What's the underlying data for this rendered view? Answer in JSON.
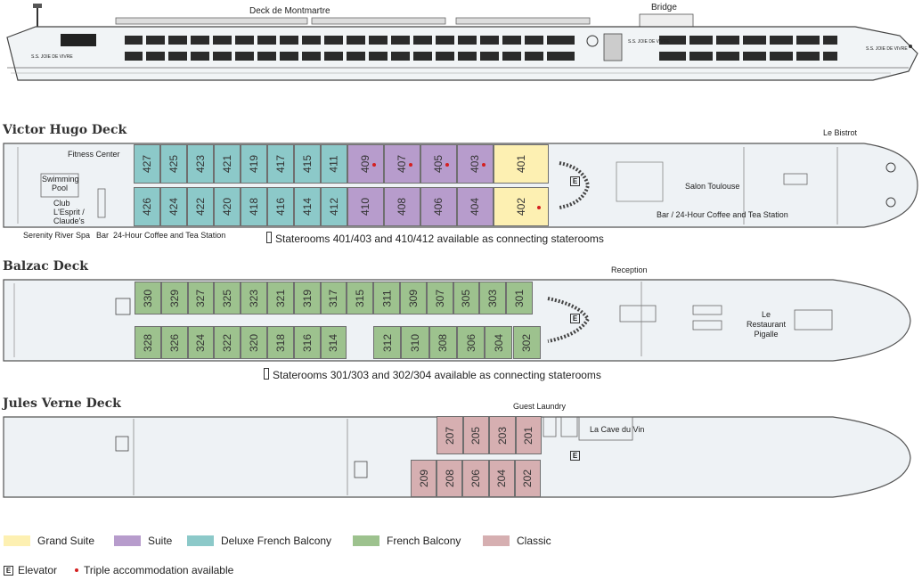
{
  "profile": {
    "labels": [
      "Deck de Montmartre",
      "Bridge"
    ],
    "hull_names": [
      "S.S. JOIE DE VIVRE",
      "S.S. JOIE DE VIVRE",
      "S.S. JOIE DE VIVRE"
    ]
  },
  "decks": {
    "victor_hugo": {
      "title": "Victor Hugo Deck",
      "labels": {
        "fitness": "Fitness Center",
        "pool": "Swimming Pool",
        "club": "Club L'Esprit / Claude's",
        "spa": "Serenity River Spa",
        "bar": "Bar",
        "coffee": "24-Hour Coffee and Tea Station",
        "bistrot": "Le Bistrot",
        "salon": "Salon Toulouse",
        "bar_coffee": "Bar / 24-Hour Coffee and Tea Station"
      },
      "note": "Staterooms 401/403 and 410/412 available as connecting staterooms"
    },
    "balzac": {
      "title": "Balzac Deck",
      "labels": {
        "reception": "Reception",
        "restaurant": "Le Restaurant Pigalle"
      },
      "note": "Staterooms 301/303 and 302/304 available as connecting staterooms"
    },
    "jules_verne": {
      "title": "Jules Verne Deck",
      "labels": {
        "laundry": "Guest Laundry",
        "cave": "La Cave du Vin"
      }
    }
  },
  "cabins": {
    "victor_hugo_top": [
      {
        "no": "427",
        "cat": "deluxe"
      },
      {
        "no": "425",
        "cat": "deluxe"
      },
      {
        "no": "423",
        "cat": "deluxe"
      },
      {
        "no": "421",
        "cat": "deluxe"
      },
      {
        "no": "419",
        "cat": "deluxe"
      },
      {
        "no": "417",
        "cat": "deluxe"
      },
      {
        "no": "415",
        "cat": "deluxe"
      },
      {
        "no": "411",
        "cat": "deluxe"
      },
      {
        "no": "409",
        "cat": "suite",
        "triple": true
      },
      {
        "no": "407",
        "cat": "suite",
        "triple": true
      },
      {
        "no": "405",
        "cat": "suite",
        "triple": true
      },
      {
        "no": "403",
        "cat": "suite",
        "triple": true
      },
      {
        "no": "401",
        "cat": "grand"
      }
    ],
    "victor_hugo_bottom": [
      {
        "no": "426",
        "cat": "deluxe"
      },
      {
        "no": "424",
        "cat": "deluxe"
      },
      {
        "no": "422",
        "cat": "deluxe"
      },
      {
        "no": "420",
        "cat": "deluxe"
      },
      {
        "no": "418",
        "cat": "deluxe"
      },
      {
        "no": "416",
        "cat": "deluxe"
      },
      {
        "no": "414",
        "cat": "deluxe"
      },
      {
        "no": "412",
        "cat": "deluxe"
      },
      {
        "no": "410",
        "cat": "suite"
      },
      {
        "no": "408",
        "cat": "suite"
      },
      {
        "no": "406",
        "cat": "suite"
      },
      {
        "no": "404",
        "cat": "suite"
      },
      {
        "no": "402",
        "cat": "grand",
        "triple": true
      }
    ],
    "balzac_top": [
      {
        "no": "330",
        "cat": "french"
      },
      {
        "no": "329",
        "cat": "french"
      },
      {
        "no": "327",
        "cat": "french"
      },
      {
        "no": "325",
        "cat": "french"
      },
      {
        "no": "323",
        "cat": "french"
      },
      {
        "no": "321",
        "cat": "french"
      },
      {
        "no": "319",
        "cat": "french"
      },
      {
        "no": "317",
        "cat": "french"
      },
      {
        "no": "315",
        "cat": "french"
      },
      {
        "no": "311",
        "cat": "french"
      },
      {
        "no": "309",
        "cat": "french"
      },
      {
        "no": "307",
        "cat": "french"
      },
      {
        "no": "305",
        "cat": "french"
      },
      {
        "no": "303",
        "cat": "french"
      },
      {
        "no": "301",
        "cat": "french"
      }
    ],
    "balzac_bottom_left": [
      {
        "no": "328",
        "cat": "french"
      },
      {
        "no": "326",
        "cat": "french"
      },
      {
        "no": "324",
        "cat": "french"
      },
      {
        "no": "322",
        "cat": "french"
      },
      {
        "no": "320",
        "cat": "french"
      },
      {
        "no": "318",
        "cat": "french"
      },
      {
        "no": "316",
        "cat": "french"
      },
      {
        "no": "314",
        "cat": "french"
      }
    ],
    "balzac_bottom_right": [
      {
        "no": "312",
        "cat": "french"
      },
      {
        "no": "310",
        "cat": "french"
      },
      {
        "no": "308",
        "cat": "french"
      },
      {
        "no": "306",
        "cat": "french"
      },
      {
        "no": "304",
        "cat": "french"
      },
      {
        "no": "302",
        "cat": "french"
      }
    ],
    "jules_verne_top": [
      {
        "no": "207",
        "cat": "classic"
      },
      {
        "no": "205",
        "cat": "classic"
      },
      {
        "no": "203",
        "cat": "classic"
      },
      {
        "no": "201",
        "cat": "classic"
      }
    ],
    "jules_verne_bottom": [
      {
        "no": "209",
        "cat": "classic"
      },
      {
        "no": "208",
        "cat": "classic"
      },
      {
        "no": "206",
        "cat": "classic"
      },
      {
        "no": "204",
        "cat": "classic"
      },
      {
        "no": "202",
        "cat": "classic"
      }
    ]
  },
  "elevator_glyph": "E",
  "legend": [
    {
      "label": "Grand Suite",
      "color": "#fdf0b2",
      "key": "grand"
    },
    {
      "label": "Suite",
      "color": "#b79ccc",
      "key": "suite"
    },
    {
      "label": "Deluxe French Balcony",
      "color": "#8cc9c9",
      "key": "deluxe"
    },
    {
      "label": "French Balcony",
      "color": "#9dc28e",
      "key": "french"
    },
    {
      "label": "Classic",
      "color": "#d6afb1",
      "key": "classic"
    }
  ],
  "legend_bottom": {
    "elevator": "Elevator",
    "triple": "Triple accommodation available"
  },
  "colors": {
    "grand": "#fdf0b2",
    "suite": "#b79ccc",
    "deluxe": "#8cc9c9",
    "french": "#9dc28e",
    "classic": "#d6afb1",
    "hull": "#f1f4f6",
    "outline": "#555555"
  }
}
